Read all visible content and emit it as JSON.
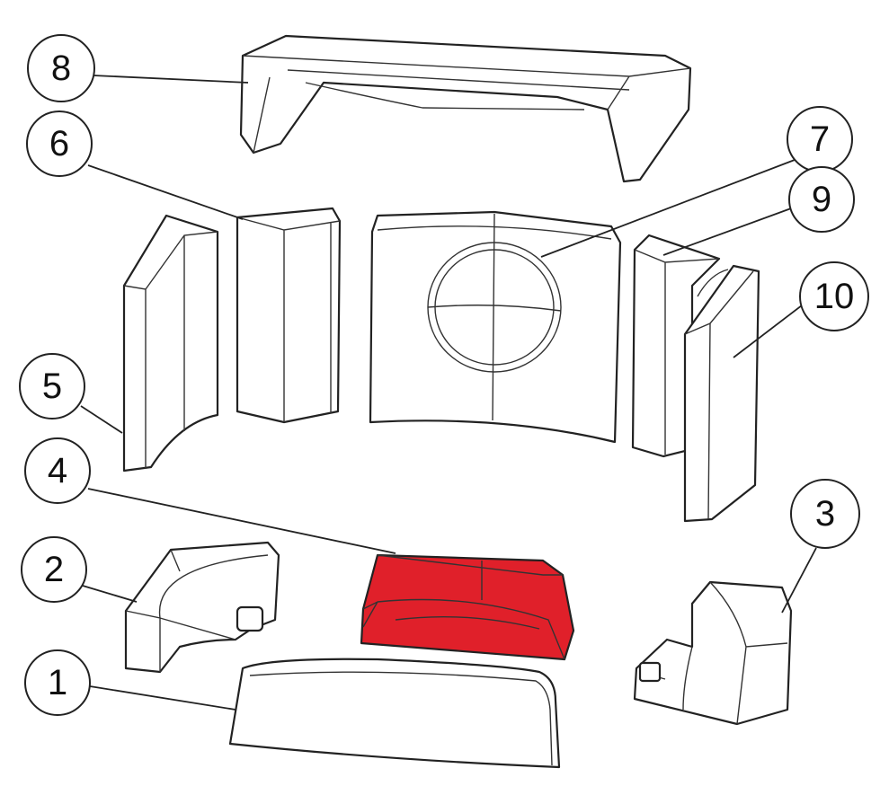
{
  "title": "Exploded view of fireplace lining parts",
  "highlight_color": "#e0202a",
  "highlighted_part": "4",
  "callouts": [
    {
      "label": "1"
    },
    {
      "label": "2"
    },
    {
      "label": "3"
    },
    {
      "label": "4"
    },
    {
      "label": "5"
    },
    {
      "label": "6"
    },
    {
      "label": "7"
    },
    {
      "label": "8"
    },
    {
      "label": "9"
    },
    {
      "label": "10"
    }
  ]
}
